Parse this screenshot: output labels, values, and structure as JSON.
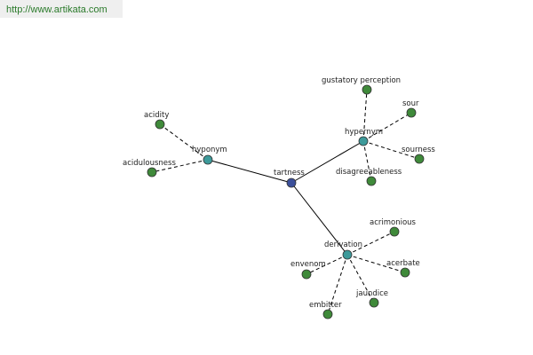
{
  "header": {
    "url": "http://www.artikata.com"
  },
  "colors": {
    "root": "#3b4f9a",
    "category": "#3d9a9a",
    "leaf": "#3f8a3a"
  },
  "graph": {
    "root": {
      "label": "tartness"
    },
    "categories": {
      "hyponym": {
        "label": "hyponym",
        "leaves": [
          "acidity",
          "acidulousness"
        ]
      },
      "hypernym": {
        "label": "hypernym",
        "leaves": [
          "gustatory perception",
          "sour",
          "sourness",
          "disagreeableness"
        ]
      },
      "derivation": {
        "label": "derivation",
        "leaves": [
          "acrimonious",
          "acerbate",
          "jaundice",
          "embitter",
          "envenom"
        ]
      }
    }
  }
}
